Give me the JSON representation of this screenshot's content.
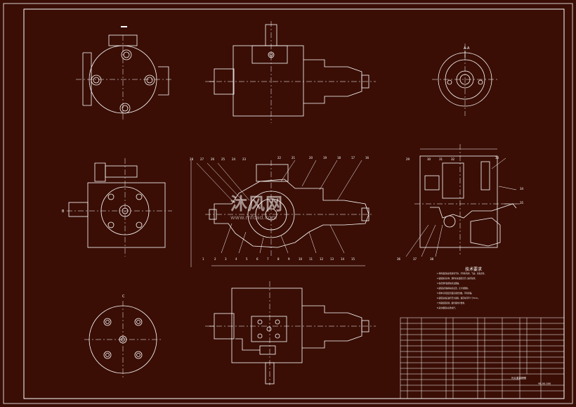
{
  "colors": {
    "background": "#3a0e05",
    "lines": "#ffffff",
    "watermark": "rgba(255,255,255,0.55)"
  },
  "watermark": {
    "brand": "沐风网",
    "url": "www.mfcad.com"
  },
  "technical_requirements": {
    "title": "技术要求",
    "items": [
      "1.零件装配前必须清洗干净，不得有毛刺、飞边、氧化皮等。",
      "2.装配前应对零、部件的主要配合尺寸进行复查。",
      "3.各密封件装配前应浸透油。",
      "4.装配后泵轴转动应灵活，无卡滞现象。",
      "5.泵体与泵盖结合面应涂密封胶，不得渗漏。",
      "6.装配完成后进行压力试验，保压时间不少于5min。",
      "7.外露表面涂漆，颜色按用户要求。",
      "8.其余按相关标准执行。"
    ]
  },
  "title_block": {
    "name": "叶片泵装配图",
    "drawing_no": "YB-00-000"
  },
  "view_labels": {
    "section_a": "A-A",
    "view_b": "B",
    "view_c": "C"
  },
  "callouts": {
    "section_top": [
      "28",
      "27",
      "26",
      "25",
      "24",
      "23",
      "22",
      "21",
      "20",
      "19",
      "18",
      "17",
      "16"
    ],
    "section_bottom": [
      "1",
      "2",
      "3",
      "4",
      "5",
      "6",
      "7",
      "8",
      "9",
      "10",
      "11",
      "12",
      "13",
      "14",
      "15"
    ],
    "side_right": [
      "29",
      "30",
      "31",
      "32",
      "33",
      "34",
      "35",
      "36",
      "37",
      "38"
    ]
  }
}
